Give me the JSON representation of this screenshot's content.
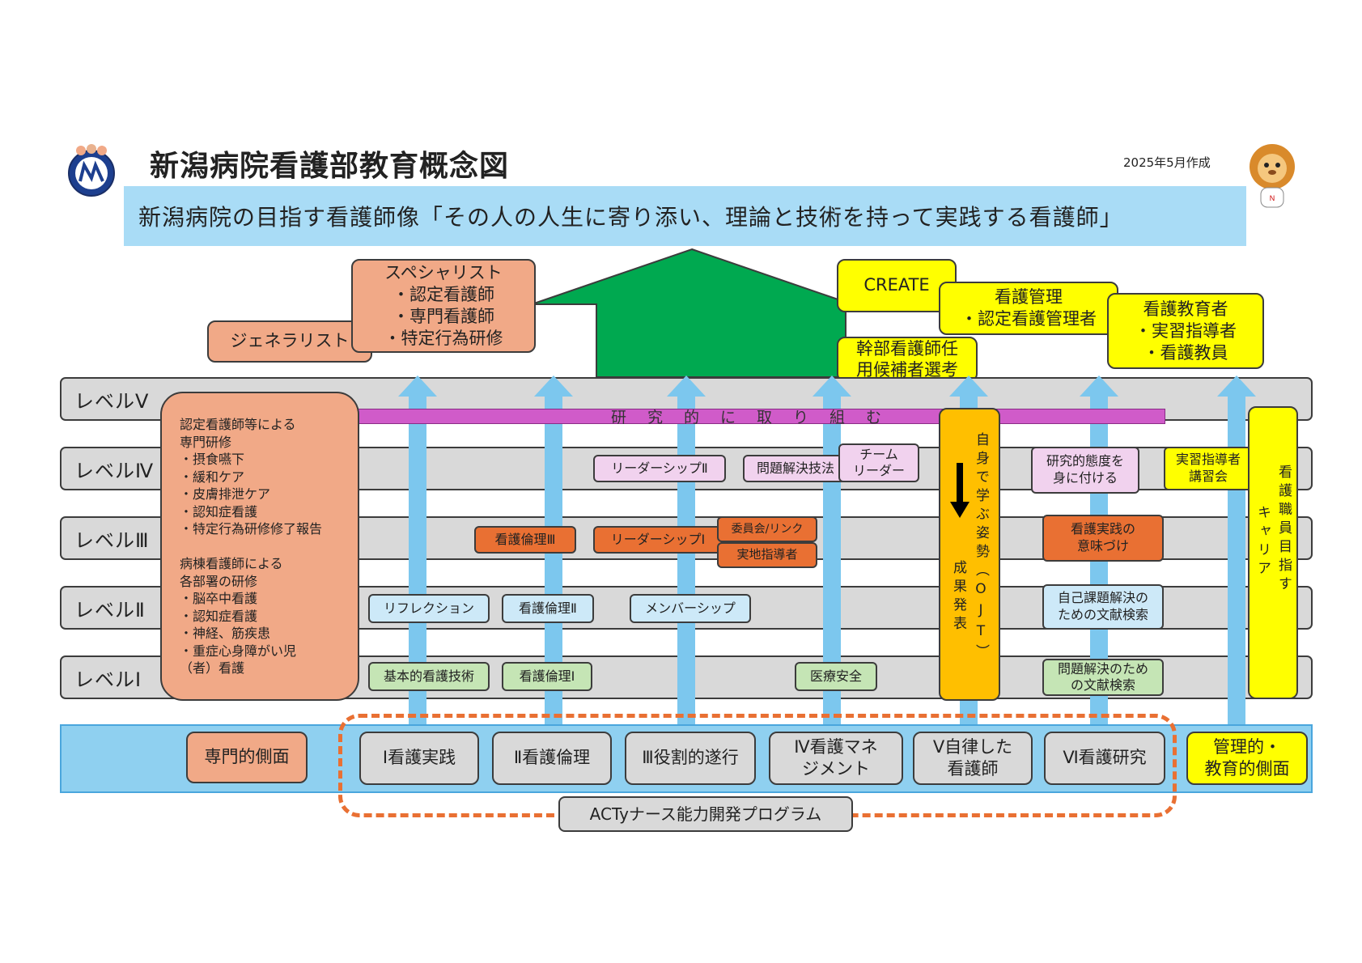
{
  "header": {
    "title": "新潟病院看護部教育概念図",
    "date": "2025年5月作成",
    "vision": "新潟病院の目指す看護師像「その人の人生に寄り添い、理論と技術を持って実践する看護師」"
  },
  "top": {
    "generalist": "ジェネラリスト",
    "specialist_lines": [
      "スペシャリスト",
      "・認定看護師",
      "・専門看護師",
      "・特定行為研修"
    ],
    "create": "CREATE",
    "kanri_lines": [
      "看護管理",
      "・認定看護管理者"
    ],
    "kyouiku_lines": [
      "看護教育者",
      "・実習指導者",
      "・看護教員"
    ],
    "kanbu_lines": [
      "幹部看護師任",
      "用候補者選考"
    ]
  },
  "levels": [
    "レベルⅤ",
    "レベルⅣ",
    "レベルⅢ",
    "レベルⅡ",
    "レベルⅠ"
  ],
  "research": "研究的に取り組む",
  "specialist_training": [
    "認定看護師等による",
    "専門研修",
    "・摂食嚥下",
    "・緩和ケア",
    "・皮膚排泄ケア",
    "・認知症看護",
    "・特定行為研修修了報告",
    "",
    "病棟看護師による",
    "各部署の研修",
    "・脳卒中看護",
    "・認知症看護",
    "・神経、筋疾患",
    "・重症心身障がい児",
    "（者）看護"
  ],
  "boxes": {
    "leadership2": "リーダーシップⅡ",
    "problem_solving": "問題解決技法",
    "team_leader_lines": [
      "チーム",
      "リーダー"
    ],
    "research_attitude_lines": [
      "研究的態度を",
      "身に付ける"
    ],
    "practicum_lines": [
      "実習指導者",
      "講習会"
    ],
    "ethics3": "看護倫理Ⅲ",
    "leadership1": "リーダーシップⅠ",
    "committee": "委員会/リンク",
    "clinical_instructor": "実地指導者",
    "meaning_lines": [
      "看護実践の",
      "意味づけ"
    ],
    "reflection": "リフレクション",
    "ethics2": "看護倫理Ⅱ",
    "membership": "メンバーシップ",
    "self_lit_lines": [
      "自己課題解決の",
      "ための文献検索"
    ],
    "basic_skill": "基本的看護技術",
    "ethics1": "看護倫理Ⅰ",
    "safety": "医療安全",
    "problem_lit_lines": [
      "問題解決のため",
      "の文献検索"
    ]
  },
  "ojt_column": {
    "right_text": "自身で学ぶ姿勢（OJT）",
    "left_text": "成果発表"
  },
  "career_column": {
    "right_text": "看護職員目指す",
    "left_text": "キャリア"
  },
  "bottom": {
    "senmon": "専門的側面",
    "items": [
      [
        "Ⅰ看護実践"
      ],
      [
        "Ⅱ看護倫理"
      ],
      [
        "Ⅲ役割的遂行"
      ],
      [
        "Ⅳ看護マネ",
        "ジメント"
      ],
      [
        "Ⅴ自律した",
        "看護師"
      ],
      [
        "Ⅵ看護研究"
      ]
    ],
    "kanri_lines": [
      "管理的・",
      "教育的側面"
    ],
    "program": "ACTyナース能力開発プログラム"
  },
  "colors": {
    "banner": "#a9dcf6",
    "arrow_green": "#00a950",
    "shaft_blue": "#7cc7ee",
    "research_bar": "#d05bc9",
    "orange": "#e97033",
    "salmon": "#f1a987",
    "yellow": "#ffff00",
    "ojt_orange": "#ffbf00"
  }
}
